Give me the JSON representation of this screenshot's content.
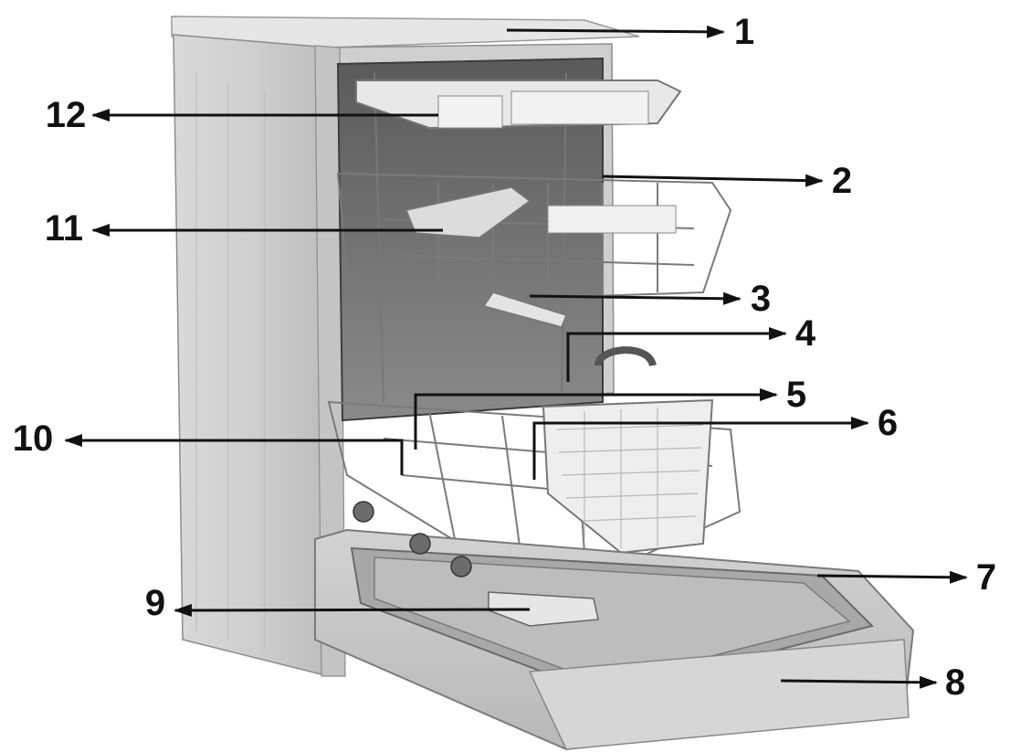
{
  "diagram": {
    "subject": "dishwasher",
    "callouts": [
      {
        "id": "1",
        "label": "1"
      },
      {
        "id": "2",
        "label": "2"
      },
      {
        "id": "3",
        "label": "3"
      },
      {
        "id": "4",
        "label": "4"
      },
      {
        "id": "5",
        "label": "5"
      },
      {
        "id": "6",
        "label": "6"
      },
      {
        "id": "7",
        "label": "7"
      },
      {
        "id": "8",
        "label": "8"
      },
      {
        "id": "9",
        "label": "9"
      },
      {
        "id": "10",
        "label": "10"
      },
      {
        "id": "11",
        "label": "11"
      },
      {
        "id": "12",
        "label": "12"
      }
    ]
  }
}
